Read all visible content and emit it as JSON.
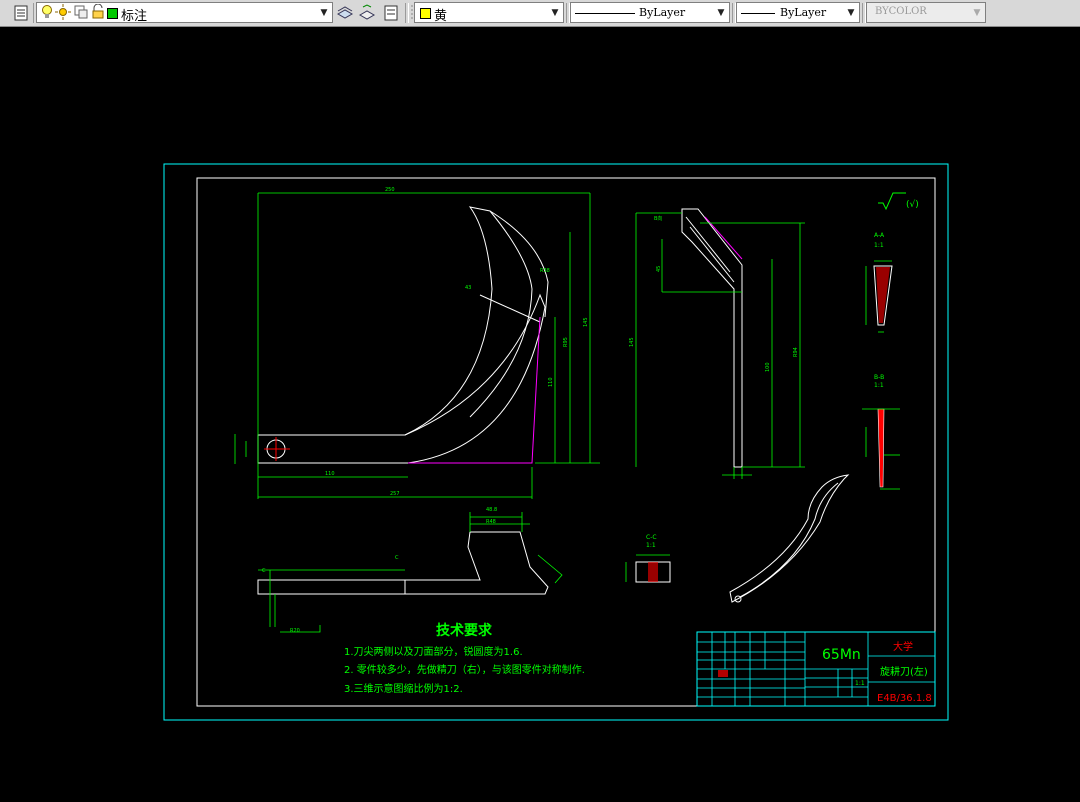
{
  "toolbar": {
    "layer_name": "标注",
    "layer_color": "#00c800",
    "color_name": "黄",
    "color_swatch": "#ffff00",
    "linetype": "ByLayer",
    "lineweight": "ByLayer",
    "plotstyle": "BYCOLOR"
  },
  "drawing": {
    "colors": {
      "frame": "#00ffff",
      "line": "#ffffff",
      "dim": "#00ff00",
      "accent": "#ff00ff",
      "red": "#ff0000",
      "text_green": "#00ff00"
    },
    "tech_title": "技术要求",
    "tech_items": [
      "1.刀尖两侧以及刀面部分，锐圆度为1.6.",
      "2. 零件较多少，先做精刀（右），与该图零件对称制作.",
      "3.三维示意图缩比例为1:2."
    ],
    "material": "65Mn",
    "university": "大学",
    "part_name": "旋耕刀(左)",
    "drawing_number": "E4B/36.1.8",
    "scale_text": "1:1",
    "section_a": "A-A",
    "section_b": "B-B",
    "section_c": "C-C",
    "roughness": "(√)"
  }
}
